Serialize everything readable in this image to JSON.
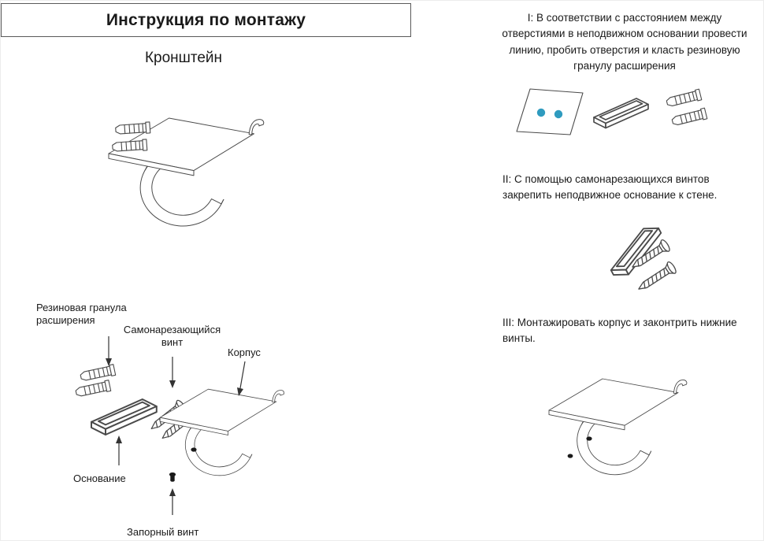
{
  "page": {
    "title": "Инструкция по монтажу",
    "subtitle": "Кронштейн"
  },
  "colors": {
    "hole": "#2f9bbf",
    "ink": "#4a4a4a"
  },
  "diagram_labels": {
    "rubber_plug": "Резиновая гранула расширения",
    "self_tapping_screw": "Самонарезающийся винт",
    "body": "Корпус",
    "base": "Основание",
    "locking_screw": "Запорный винт"
  },
  "steps": [
    {
      "id": "I",
      "text": "I: В соответствии с расстоянием между отверстиями в неподвижном основании провести линию, пробить отверстия и класть резиновую гранулу расширения"
    },
    {
      "id": "II",
      "text": "II: С помощью самонарезающихся винтов закрепить неподвижное основание к стене."
    },
    {
      "id": "III",
      "text": "III: Монтажировать корпус и законтрить нижние винты."
    }
  ]
}
